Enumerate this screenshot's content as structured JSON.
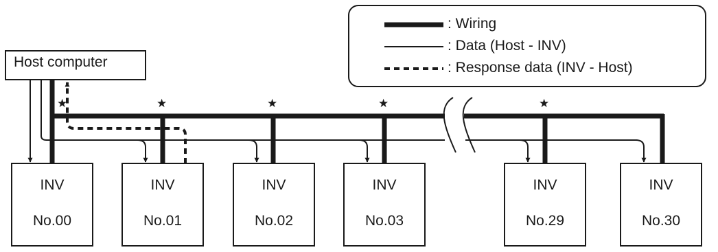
{
  "legend": {
    "wiring": ": Wiring",
    "data": ": Data (Host - INV)",
    "response": ": Response data (INV - Host)"
  },
  "host": {
    "label": "Host computer"
  },
  "inverters": [
    {
      "line1": "INV",
      "line2": "No.00"
    },
    {
      "line1": "INV",
      "line2": "No.01"
    },
    {
      "line1": "INV",
      "line2": "No.02"
    },
    {
      "line1": "INV",
      "line2": "No.03"
    },
    {
      "line1": "INV",
      "line2": "No.29"
    },
    {
      "line1": "INV",
      "line2": "No.30"
    }
  ],
  "star_glyph": "★",
  "colors": {
    "line": "#1a1a1a",
    "background": "#ffffff"
  }
}
